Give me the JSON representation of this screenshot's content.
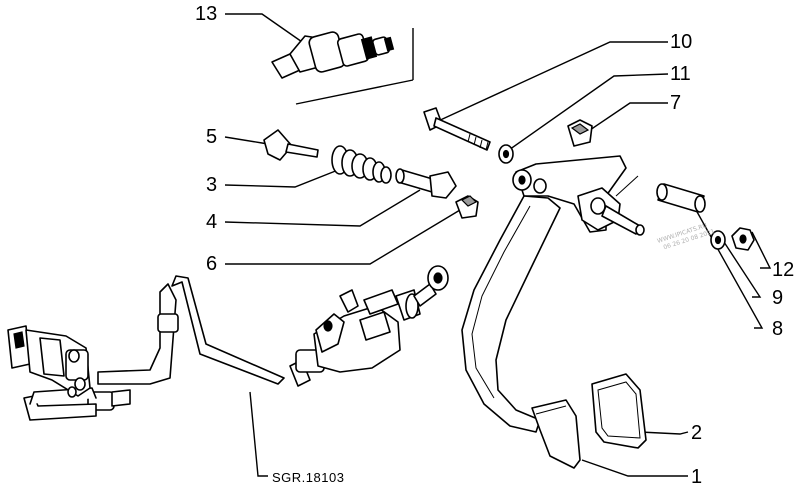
{
  "callouts": [
    {
      "id": "label-1",
      "text": "1"
    },
    {
      "id": "label-2",
      "text": "2"
    },
    {
      "id": "label-3",
      "text": "3"
    },
    {
      "id": "label-4",
      "text": "4"
    },
    {
      "id": "label-5",
      "text": "5"
    },
    {
      "id": "label-6",
      "text": "6"
    },
    {
      "id": "label-7",
      "text": "7"
    },
    {
      "id": "label-8",
      "text": "8"
    },
    {
      "id": "label-9",
      "text": "9"
    },
    {
      "id": "label-10",
      "text": "10"
    },
    {
      "id": "label-11",
      "text": "11"
    },
    {
      "id": "label-12",
      "text": "12"
    },
    {
      "id": "label-13",
      "text": "13"
    }
  ],
  "reference_code": "SGR.18103",
  "watermark": [
    "WWW.IPICATS.RU",
    "06 26 20 08 2021"
  ],
  "colors": {
    "ink": "#000000",
    "paper": "#ffffff",
    "shade": "#9a9a9a",
    "watermark": "#b0b0b0"
  }
}
